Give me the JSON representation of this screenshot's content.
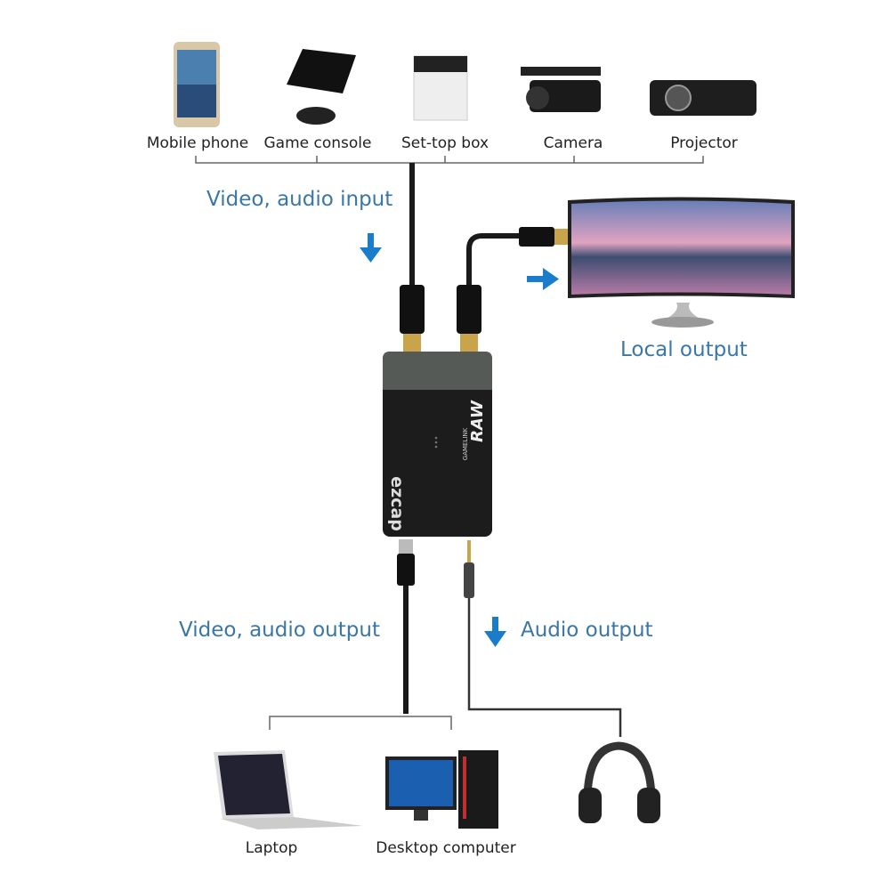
{
  "inputs": [
    {
      "label": "Mobile phone",
      "icon": "mobile-phone-icon"
    },
    {
      "label": "Game console",
      "icon": "game-console-icon"
    },
    {
      "label": "Set-top box",
      "icon": "set-top-box-icon"
    },
    {
      "label": "Camera",
      "icon": "camera-icon"
    },
    {
      "label": "Projector",
      "icon": "projector-icon"
    }
  ],
  "flows": {
    "input": "Video, audio input",
    "local_output": "Local output",
    "va_output": "Video, audio output",
    "audio_output": "Audio output"
  },
  "device": {
    "brand": "ezcap",
    "model_small": "GAMELINK",
    "model_big": "RAW"
  },
  "outputs": [
    {
      "label": "Laptop",
      "icon": "laptop-icon"
    },
    {
      "label": "Desktop computer",
      "icon": "desktop-computer-icon"
    }
  ],
  "colors": {
    "label_blue": "#3a77a6",
    "arrow_blue": "#1a7dcc",
    "cable": "#1a1a1a"
  }
}
